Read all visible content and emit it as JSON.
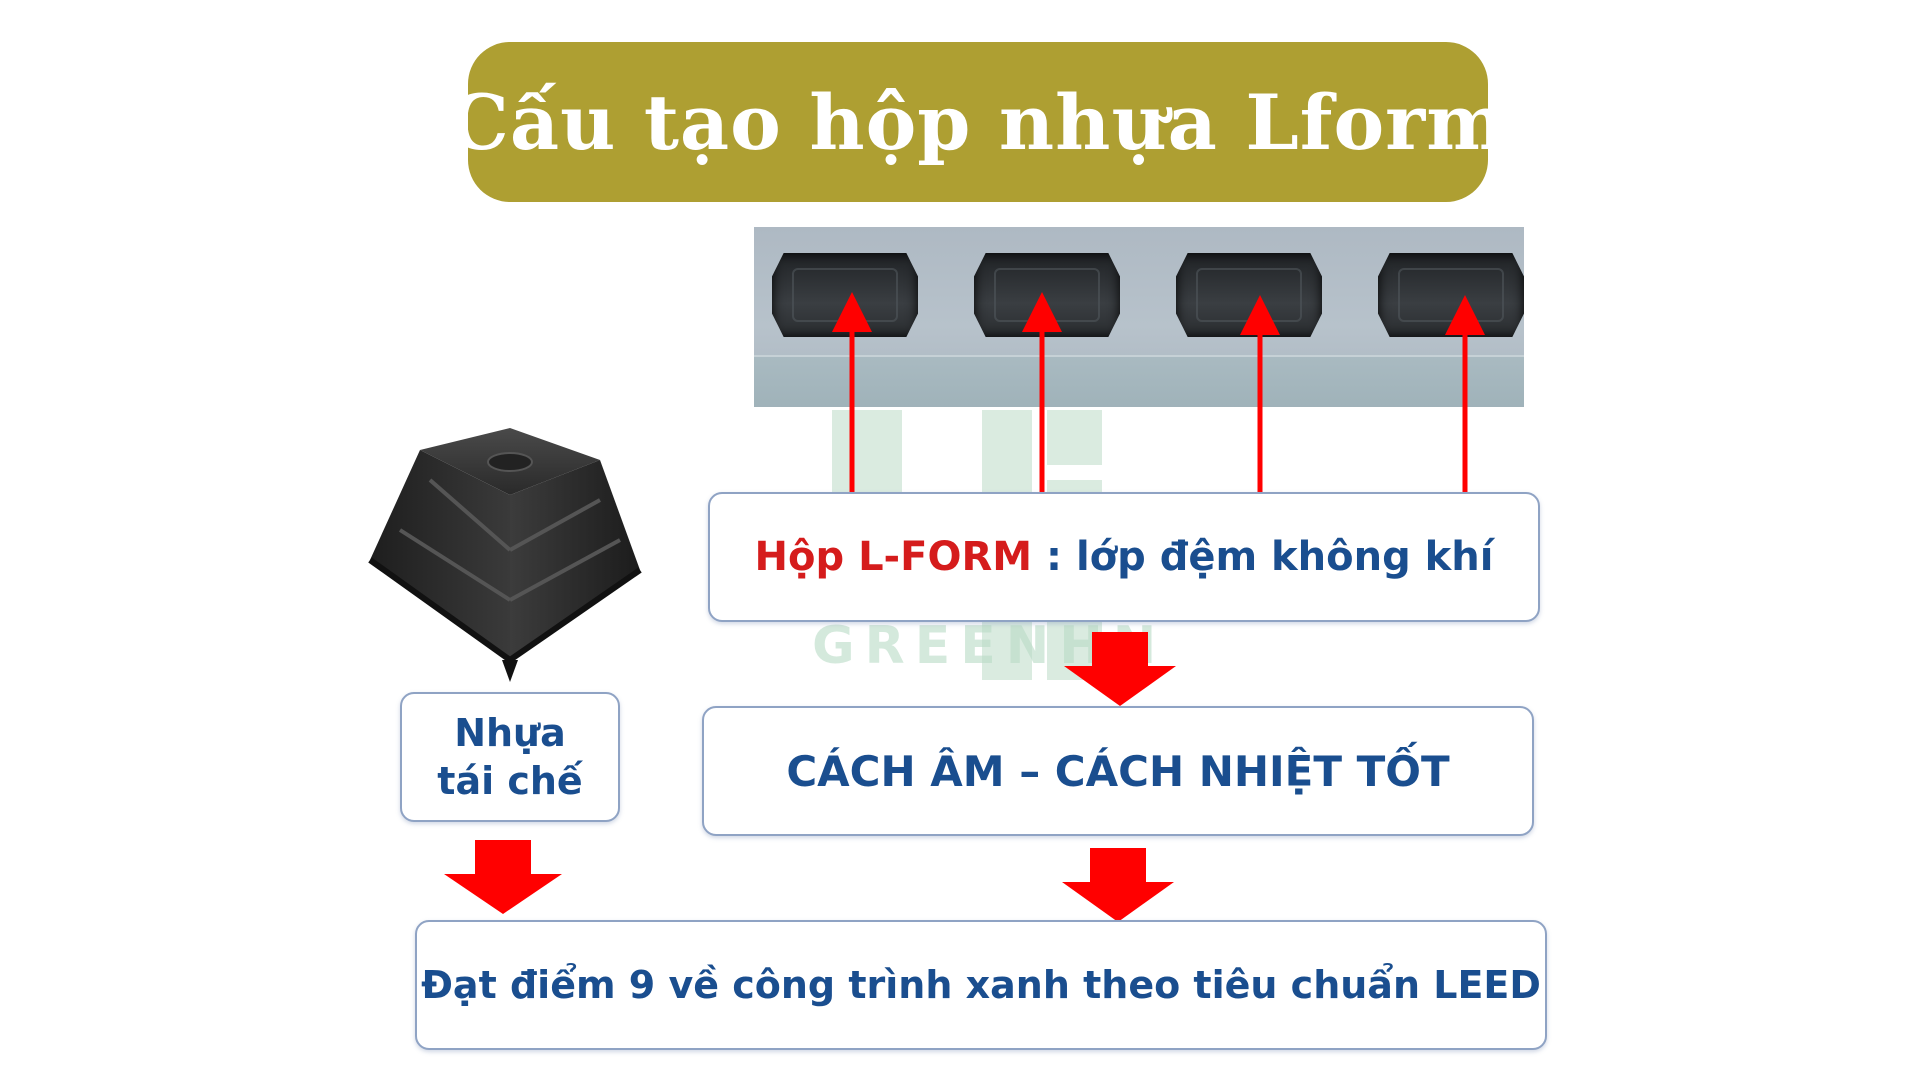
{
  "title": "Cấu tạo hộp nhựa Lform",
  "slab_caption": {
    "highlight": "Hộp L-FORM",
    "rest": " : lớp đệm không khí"
  },
  "benefit": "CÁCH ÂM – CÁCH NHIỆT TỐT",
  "material": {
    "line1": "Nhựa",
    "line2": "tái chế"
  },
  "result": "Đạt điểm 9 về công trình xanh theo tiêu chuẩn LEED",
  "watermark": "GREENHN",
  "colors": {
    "title_bg": "#ae9f32",
    "box_text": "#1a4e8f",
    "highlight": "#d51c1c",
    "arrow": "#ff0000"
  },
  "icons": {
    "plastic_box": "recycled-plastic-lform-box-icon",
    "slab": "concrete-slab-with-voids"
  }
}
